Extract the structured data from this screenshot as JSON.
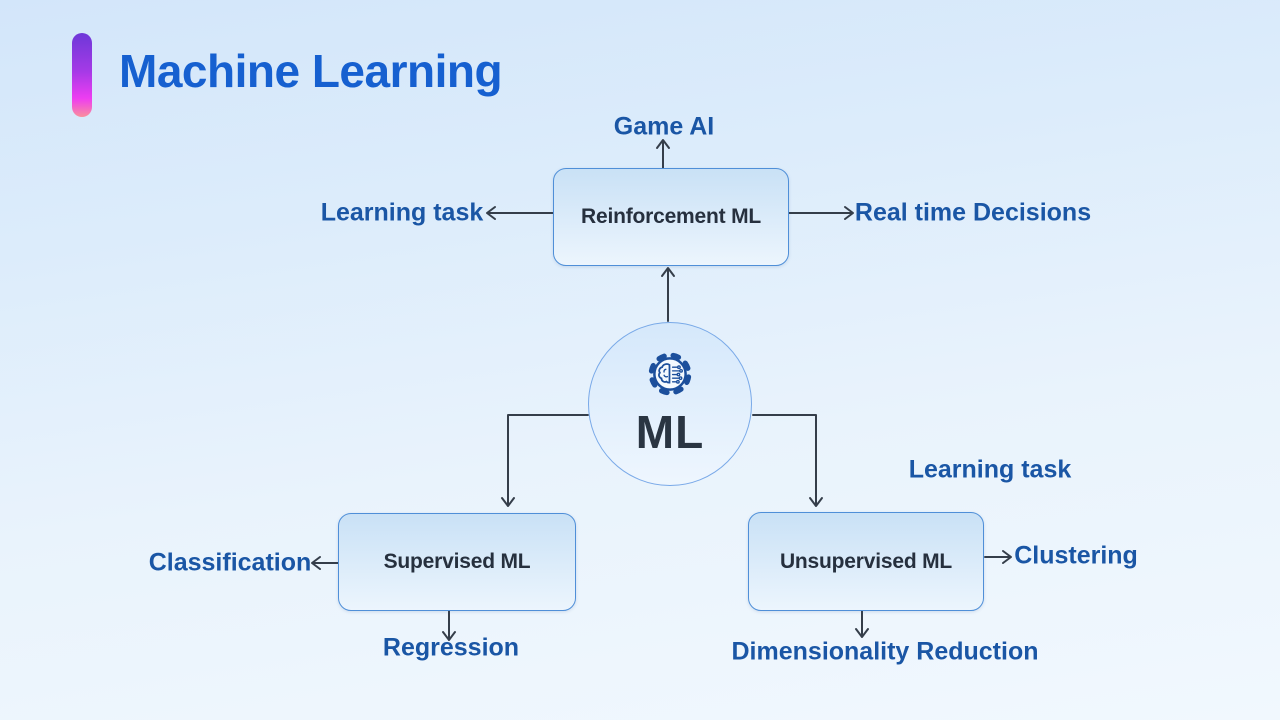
{
  "title": "Machine Learning",
  "colors": {
    "title_text": "#1660d0",
    "satellite_label_text": "#1a56a5",
    "node_text": "#26303e",
    "node_border": "#4f8fd8",
    "arrow": "#353e4a",
    "accent_bar_top": "#6d38d8",
    "accent_bar_bottom": "#f98f9d"
  },
  "center": {
    "label": "ML",
    "icon": "brain-gear-icon"
  },
  "nodes": [
    {
      "id": "reinforcement",
      "label": "Reinforcement ML"
    },
    {
      "id": "supervised",
      "label": "Supervised ML"
    },
    {
      "id": "unsupervised",
      "label": "Unsupervised ML"
    }
  ],
  "labels": {
    "game_ai": "Game AI",
    "learning_task_left": "Learning task",
    "real_time_decisions": "Real time Decisions",
    "classification": "Classification",
    "regression": "Regression",
    "learning_task_right": "Learning task",
    "clustering": "Clustering",
    "dimensionality_reduction": "Dimensionality Reduction"
  }
}
